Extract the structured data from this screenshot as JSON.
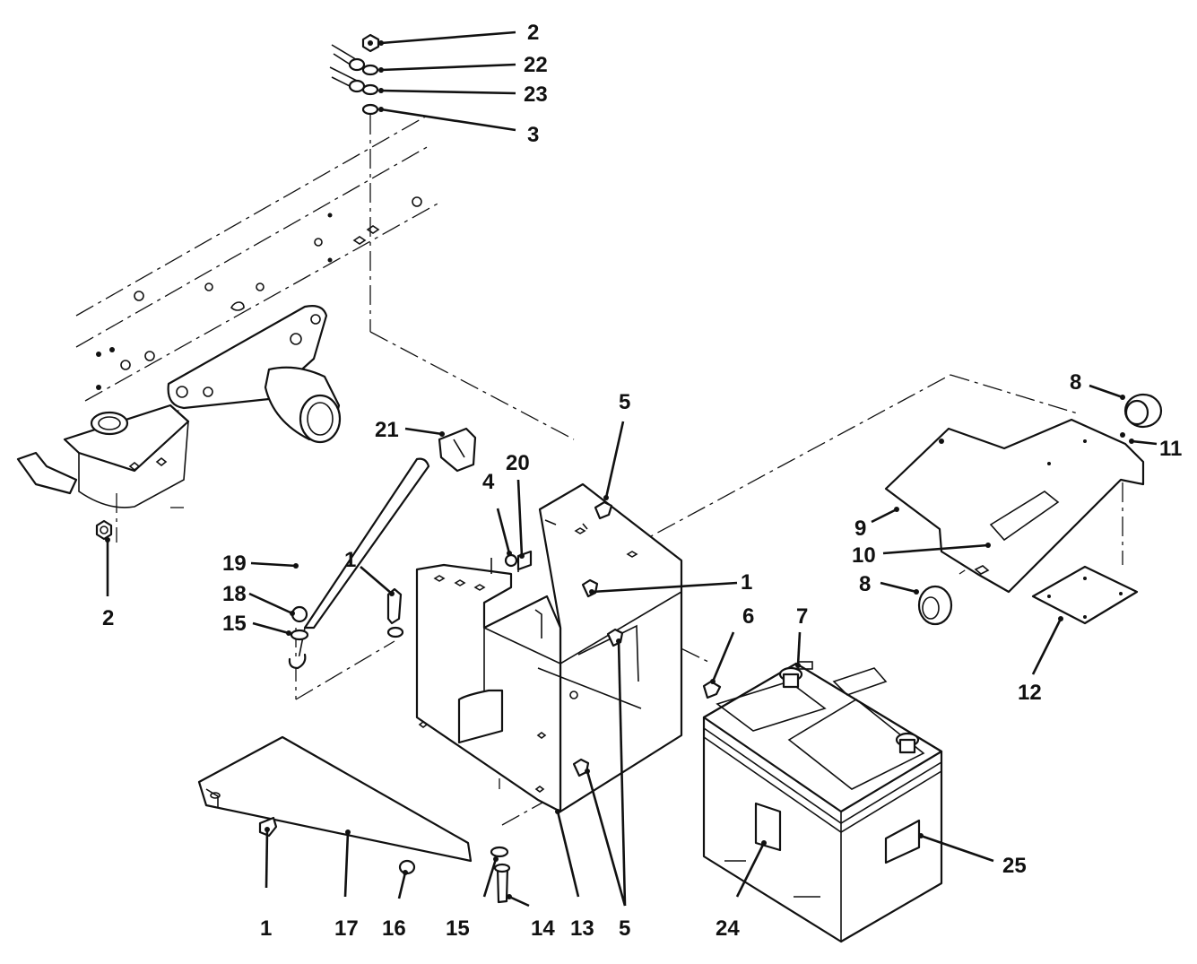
{
  "callouts": [
    {
      "id": "c-2-top",
      "label": "2"
    },
    {
      "id": "c-22",
      "label": "22"
    },
    {
      "id": "c-23",
      "label": "23"
    },
    {
      "id": "c-3",
      "label": "3"
    },
    {
      "id": "c-2-left",
      "label": "2"
    },
    {
      "id": "c-21",
      "label": "21"
    },
    {
      "id": "c-5-top",
      "label": "5"
    },
    {
      "id": "c-20",
      "label": "20"
    },
    {
      "id": "c-4",
      "label": "4"
    },
    {
      "id": "c-19",
      "label": "19"
    },
    {
      "id": "c-18",
      "label": "18"
    },
    {
      "id": "c-15-left",
      "label": "15"
    },
    {
      "id": "c-1-mid",
      "label": "1"
    },
    {
      "id": "c-1-right",
      "label": "1"
    },
    {
      "id": "c-6",
      "label": "6"
    },
    {
      "id": "c-7",
      "label": "7"
    },
    {
      "id": "c-8-top",
      "label": "8"
    },
    {
      "id": "c-11",
      "label": "11"
    },
    {
      "id": "c-9",
      "label": "9"
    },
    {
      "id": "c-10",
      "label": "10"
    },
    {
      "id": "c-8-bottom",
      "label": "8"
    },
    {
      "id": "c-12",
      "label": "12"
    },
    {
      "id": "c-1-bottom",
      "label": "1"
    },
    {
      "id": "c-17",
      "label": "17"
    },
    {
      "id": "c-16",
      "label": "16"
    },
    {
      "id": "c-15-bottom",
      "label": "15"
    },
    {
      "id": "c-14",
      "label": "14"
    },
    {
      "id": "c-13",
      "label": "13"
    },
    {
      "id": "c-5-bottom",
      "label": "5"
    },
    {
      "id": "c-24",
      "label": "24"
    },
    {
      "id": "c-25",
      "label": "25"
    }
  ]
}
